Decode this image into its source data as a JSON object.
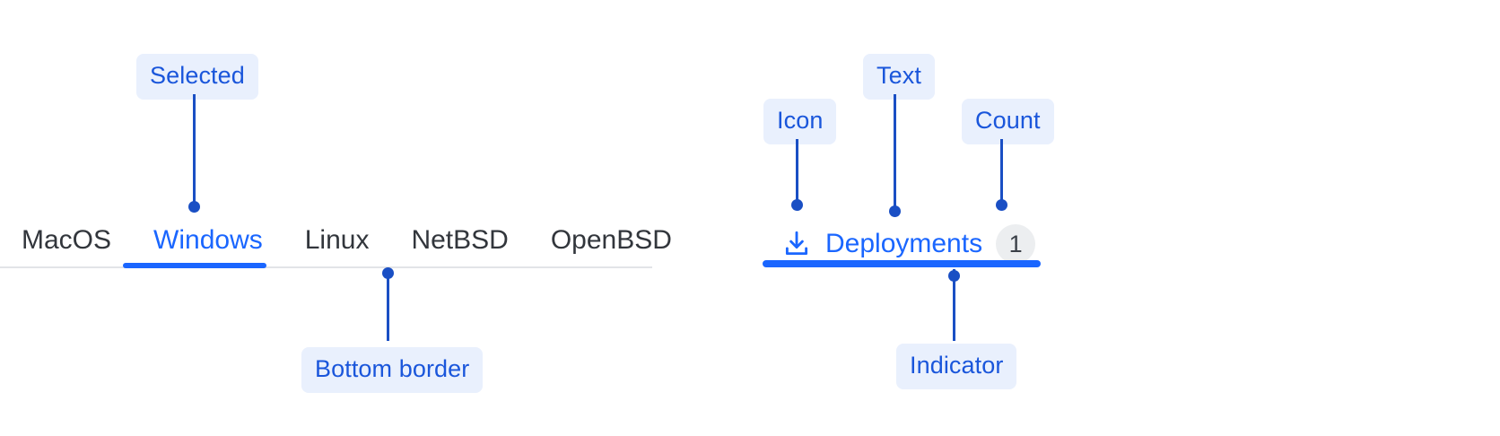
{
  "theme": {
    "accent_blue": "#1a66ff",
    "annotation_blue": "#1a4fc4",
    "annotation_text": "#1a56db",
    "annotation_bg": "#e9f0fd",
    "tab_inactive_text": "#32363c",
    "rule_gray": "#e2e4e8",
    "count_bg": "#eceef0",
    "count_text": "#3b4048",
    "page_bg": "#ffffff"
  },
  "left_example": {
    "name": "tab-bar-anatomy",
    "tabs": [
      {
        "label": "MacOS",
        "selected": false
      },
      {
        "label": "Windows",
        "selected": true
      },
      {
        "label": "Linux",
        "selected": false
      },
      {
        "label": "NetBSD",
        "selected": false
      },
      {
        "label": "OpenBSD",
        "selected": false
      }
    ],
    "annotations": {
      "selected": "Selected",
      "bottom_border": "Bottom border"
    }
  },
  "right_example": {
    "name": "tab-with-icon-and-count",
    "tab": {
      "icon": "download-icon",
      "label": "Deployments",
      "count": "1",
      "selected": true
    },
    "annotations": {
      "icon": "Icon",
      "text": "Text",
      "count": "Count",
      "indicator": "Indicator"
    }
  }
}
